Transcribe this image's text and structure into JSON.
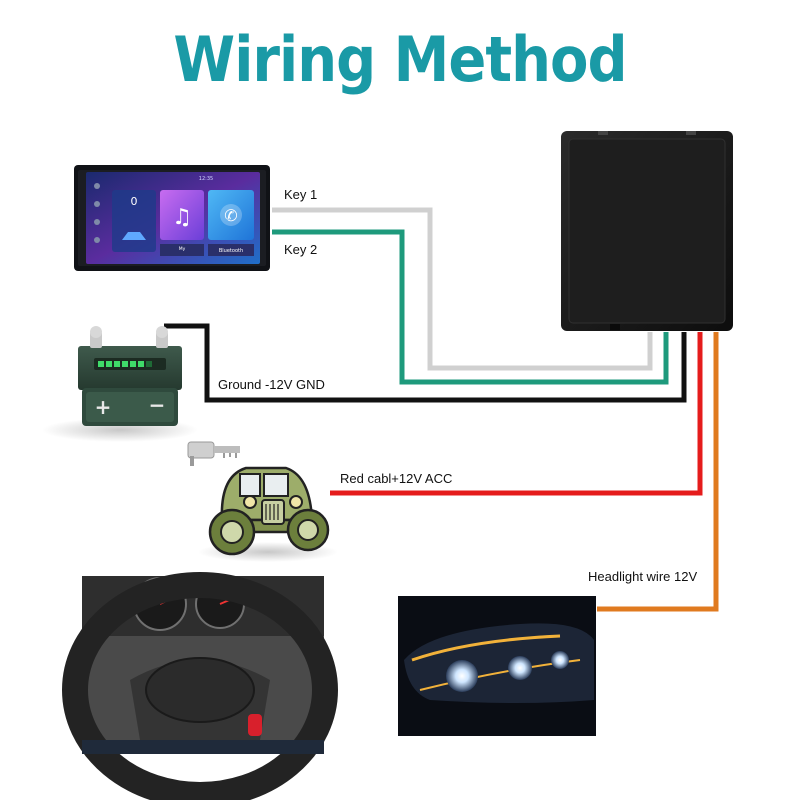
{
  "title": "Wiring Method",
  "labels": {
    "key1": "Key 1",
    "key2": "Key 2",
    "ground": "Ground -12V GND",
    "acc": "Red cabl+12V ACC",
    "headlight": "Headlight wire 12V"
  },
  "head_unit": {
    "clock": "12:35",
    "speed": "0",
    "tile_music": "My",
    "tile_bluetooth": "Bluetooth"
  },
  "colors": {
    "title": "#1a9aa6",
    "key1_wire": "#d0d0d0",
    "key2_wire": "#1e9a7c",
    "ground_wire": "#111111",
    "acc_wire": "#e51c1c",
    "headlight_wire": "#e07a1f"
  }
}
